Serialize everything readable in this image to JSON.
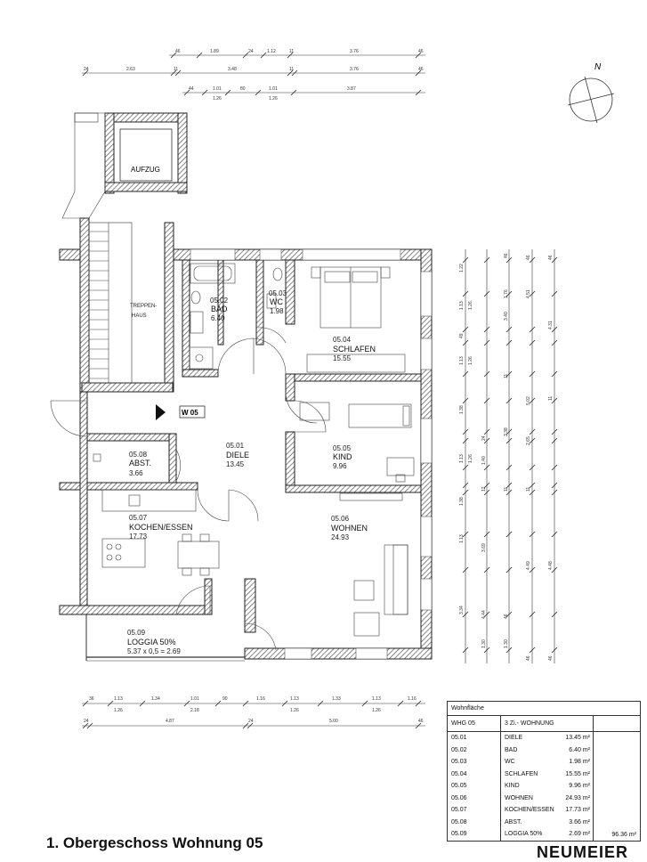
{
  "plan_title": "1. Obergeschoss Wohnung 05",
  "brand": "NEUMEIER",
  "north": "N",
  "apartment_marker": "W 05",
  "lift_label": "AUFZUG",
  "stair_label_1": "TREPPEN-",
  "stair_label_2": "HAUS",
  "rooms": {
    "dielen": {
      "num": "05.01",
      "name": "DIELE",
      "area": "13.45"
    },
    "bad": {
      "num": "05.02",
      "name": "BAD",
      "area": "6.40"
    },
    "wc": {
      "num": "05.03",
      "name": "WC",
      "area": "1.98"
    },
    "schlafen": {
      "num": "05.04",
      "name": "SCHLAFEN",
      "area": "15.55"
    },
    "kind": {
      "num": "05.05",
      "name": "KIND",
      "area": "9.96"
    },
    "wohnen": {
      "num": "05.06",
      "name": "WOHNEN",
      "area": "24.93"
    },
    "kochen": {
      "num": "05.07",
      "name": "KOCHEN/ESSEN",
      "area": "17.73"
    },
    "abst": {
      "num": "05.08",
      "name": "ABST.",
      "area": "3.66"
    },
    "loggia": {
      "num": "05.09",
      "name": "LOGGIA 50%",
      "area": "5.37  x 0,5 = 2.69"
    }
  },
  "dims_top": {
    "row1": [
      "46",
      "1.89",
      "24",
      "1.12",
      "11",
      "3.76",
      "46"
    ],
    "row2": [
      "24",
      "2.63",
      "11",
      "3.48",
      "11",
      "3.76",
      "46"
    ],
    "row3": [
      "44",
      "1.01",
      "80",
      "1.01",
      "3.87"
    ],
    "row3b": [
      "1.26",
      "1.26"
    ]
  },
  "dims_bottom": {
    "row1": [
      "36",
      "1.13",
      "1.34",
      "1.01",
      "90",
      "1.16",
      "1.13",
      "1.33",
      "1.13",
      "1.16"
    ],
    "row1b": [
      "1.26",
      "2.18",
      "1.26",
      "1.26"
    ],
    "row2": [
      "24",
      "4.87",
      "24",
      "5.00",
      "46"
    ]
  },
  "dims_right": {
    "col1": [
      "1.22",
      "1.13",
      "49",
      "1.13",
      "1.38",
      "24",
      "1.13",
      "1.40",
      "12",
      "1.38",
      "1.13",
      "1.30"
    ],
    "col1b": [
      "1.26",
      "1.26",
      "1.26"
    ],
    "col2": [
      "46",
      "1.76",
      "3.40",
      "11",
      "3.38",
      "11",
      "3.69",
      "4.44",
      "46",
      "1.30"
    ],
    "col3": [
      "46",
      "4.51",
      "5.02",
      "2.65",
      "11",
      "4.49",
      "46"
    ],
    "col4": [
      "46",
      "4.31",
      "11",
      "4.48",
      "46"
    ],
    "col4b": [
      "3.34"
    ]
  },
  "area_table": {
    "title": "Wohnfläche",
    "unit_id": "WHG 05",
    "unit_type": "3 Zi.- WOHNUNG",
    "rows": [
      {
        "num": "05.01",
        "name": "DIELE",
        "area": "13.45 m²"
      },
      {
        "num": "05.02",
        "name": "BAD",
        "area": "6.40 m²"
      },
      {
        "num": "05.03",
        "name": "WC",
        "area": "1.98 m²"
      },
      {
        "num": "05.04",
        "name": "SCHLAFEN",
        "area": "15.55 m²"
      },
      {
        "num": "05.05",
        "name": "KIND",
        "area": "9.96 m²"
      },
      {
        "num": "05.06",
        "name": "WOHNEN",
        "area": "24.93 m²"
      },
      {
        "num": "05.07",
        "name": "KOCHEN/ESSEN",
        "area": "17.73 m²"
      },
      {
        "num": "05.08",
        "name": "ABST.",
        "area": "3.66 m²"
      },
      {
        "num": "05.09",
        "name": "LOGGIA 50%",
        "area": "2.69 m²"
      }
    ],
    "total": "96.36 m²"
  }
}
